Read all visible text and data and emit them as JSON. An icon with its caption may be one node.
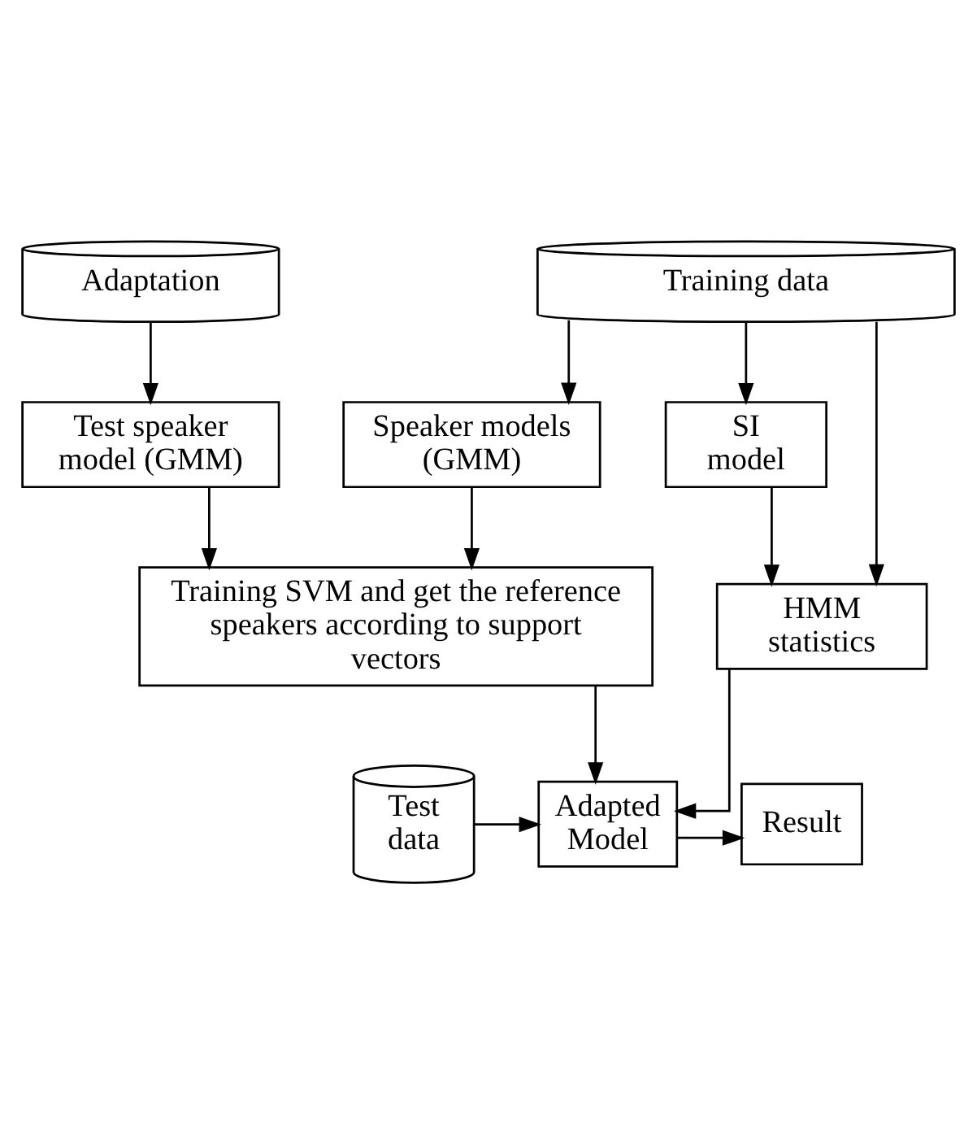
{
  "diagram": {
    "nodes": [
      {
        "text": [
          "Adaptation"
        ]
      },
      {
        "text": [
          "Training data"
        ]
      },
      {
        "text": [
          "Test speaker model (GMM)"
        ]
      },
      {
        "text": [
          "Speaker models (GMM)"
        ]
      },
      {
        "text": [
          "SI model"
        ]
      },
      {
        "text": [
          "Training SVM and get the reference speakers according to support vectors"
        ]
      },
      {
        "text": [
          "HMM statistics"
        ]
      },
      {
        "text": [
          "Test data"
        ]
      },
      {
        "text": [
          "Adapted Model"
        ]
      },
      {
        "text": [
          "Result"
        ]
      }
    ],
    "edges": [
      {
        "from": 0,
        "to": 2,
        "arrow": "to"
      },
      {
        "from": 1,
        "to": 3,
        "arrow": "to"
      },
      {
        "from": 1,
        "to": 4,
        "arrow": "to"
      },
      {
        "from": 2,
        "to": 5,
        "arrow": "to"
      },
      {
        "from": 3,
        "to": 5,
        "arrow": "to"
      },
      {
        "from": 4,
        "to": 6,
        "arrow": "to"
      },
      {
        "from": 1,
        "to": 6,
        "arrow": "to"
      },
      {
        "from": 5,
        "to": 8,
        "arrow": "to"
      },
      {
        "from": 6,
        "to": 8,
        "arrow": "to"
      },
      {
        "from": 7,
        "to": 8,
        "arrow": "to"
      },
      {
        "from": 8,
        "to": 9,
        "arrow": "to"
      }
    ]
  }
}
